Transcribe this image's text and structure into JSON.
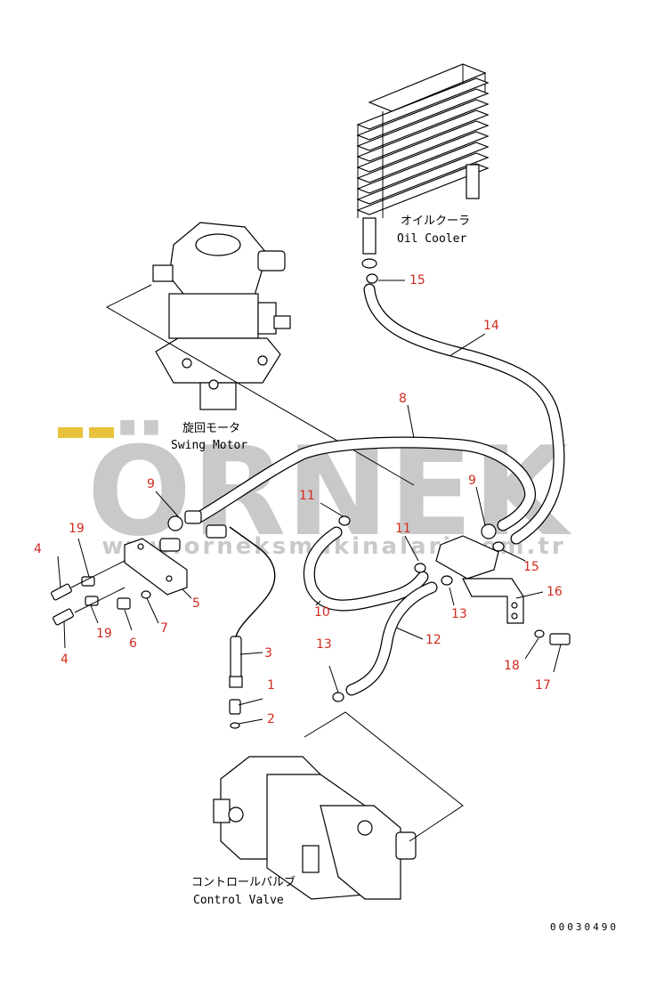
{
  "watermark": {
    "brand": "ÖRNEK",
    "url": "www.orneksmakinalari.com.tr",
    "color": "#c9c9c9",
    "accent": "#e8c23a"
  },
  "components": {
    "oil_cooler": {
      "jp": "オイルクーラ",
      "en": "Oil Cooler"
    },
    "swing_motor": {
      "jp": "旋回モータ",
      "en": "Swing Motor"
    },
    "control_valve": {
      "jp": "コントロールバルブ",
      "en": "Control Valve"
    }
  },
  "part_numbers": {
    "p1": "1",
    "p2": "2",
    "p3": "3",
    "p4a": "4",
    "p4b": "4",
    "p5": "5",
    "p6": "6",
    "p7": "7",
    "p8": "8",
    "p9a": "9",
    "p9b": "9",
    "p10": "10",
    "p11a": "11",
    "p11b": "11",
    "p12": "12",
    "p13a": "13",
    "p13b": "13",
    "p14": "14",
    "p15a": "15",
    "p15b": "15",
    "p16": "16",
    "p17": "17",
    "p18": "18",
    "p19a": "19",
    "p19b": "19"
  },
  "part_number_color": "#d12a1f",
  "drawing_number": "00030490"
}
